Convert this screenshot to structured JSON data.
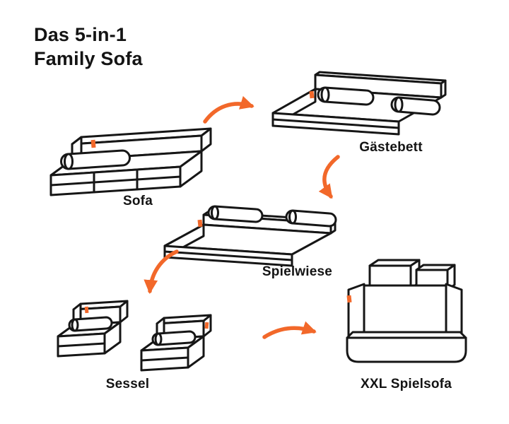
{
  "title": {
    "line1": "Das 5-in-1",
    "line2": "Family Sofa"
  },
  "figures": [
    {
      "id": "sofa",
      "label": "Sofa"
    },
    {
      "id": "gaestebett",
      "label": "Gästebett"
    },
    {
      "id": "spielwiese",
      "label": "Spielwiese"
    },
    {
      "id": "sessel",
      "label": "Sessel"
    },
    {
      "id": "xxl-spielsofa",
      "label": "XXL Spielsofa"
    }
  ],
  "colors": {
    "accent_orange": "#F2682A",
    "line_black": "#161616",
    "background": "#FFFFFF"
  },
  "icons": [
    "sofa-illustration",
    "guest-bed-illustration",
    "play-area-illustration",
    "armchairs-illustration",
    "xxl-play-sofa-illustration",
    "arrow-sofa-to-gaestebett",
    "arrow-gaestebett-to-spielwiese",
    "arrow-spielwiese-to-sessel",
    "arrow-sessel-to-xxl-spielsofa"
  ]
}
